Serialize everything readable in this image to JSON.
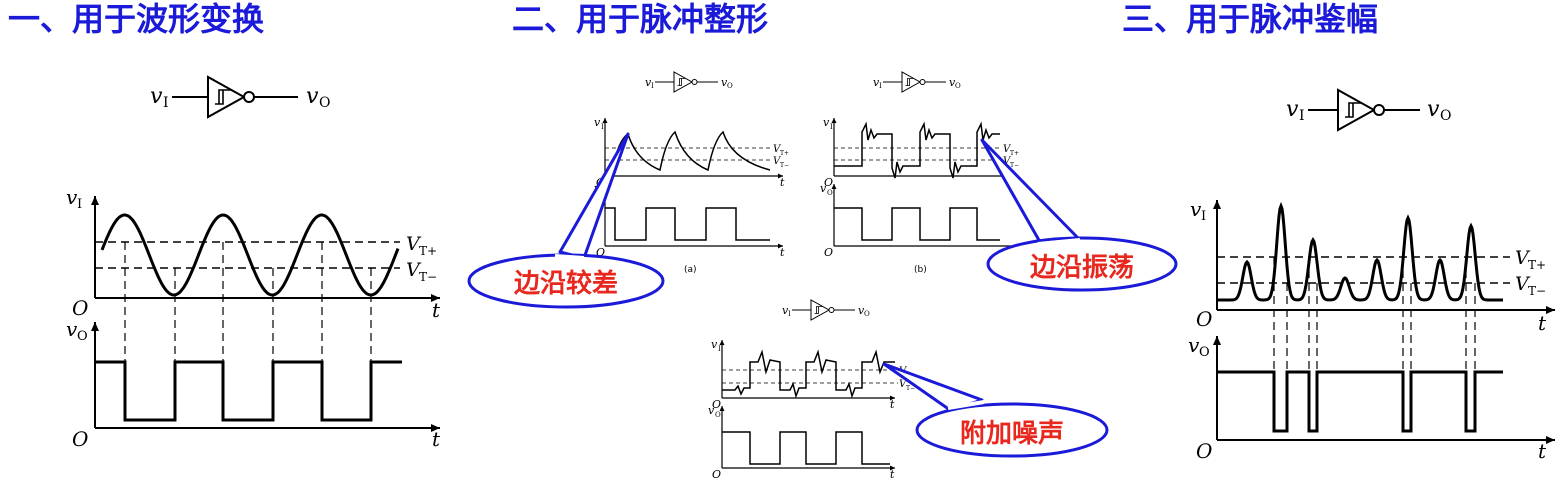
{
  "titles": {
    "waveform": "一、用于波形变换",
    "shaping": "二、用于脉冲整形",
    "discrimination": "三、用于脉冲鉴幅"
  },
  "labels": {
    "v_in": "v",
    "v_in_sub": "I",
    "v_out": "v",
    "v_out_sub": "O",
    "vt_plus": "V",
    "vt_plus_sub": "T+",
    "vt_minus": "V",
    "vt_minus_sub": "T−",
    "origin": "O",
    "time": "t",
    "sub_a": "(a)",
    "sub_b": "(b)"
  },
  "callouts": {
    "edge_poor": "边沿较差",
    "edge_ringing": "边沿振荡",
    "added_noise": "附加噪声"
  },
  "colors": {
    "title": "#1a1ad8",
    "callout_text": "#e8281e",
    "callout_border": "#1a1ad8",
    "wave": "#000000"
  }
}
